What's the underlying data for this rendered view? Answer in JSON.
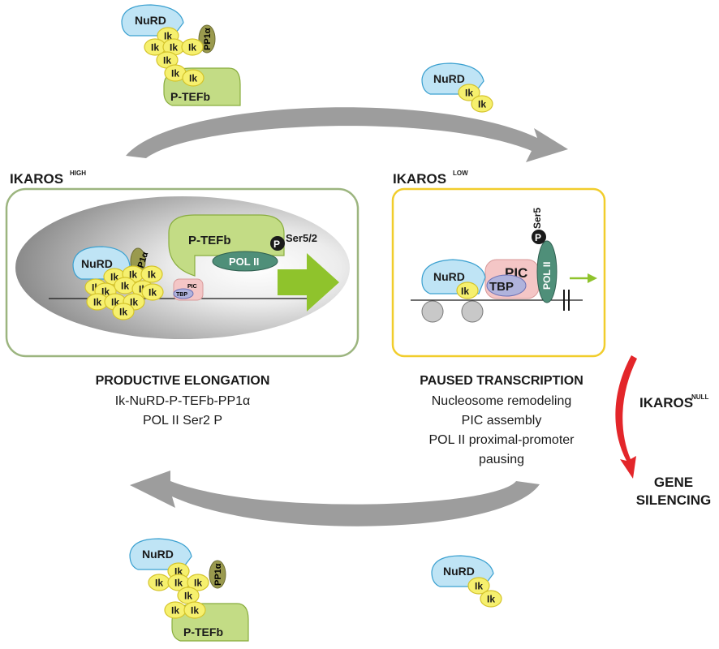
{
  "labels": {
    "ikaros": "IKAROS",
    "high": "HIGH",
    "low": "LOW",
    "null": "NULL",
    "nurd": "NuRD",
    "ik": "Ik",
    "ptefb": "P-TEFb",
    "pp1a": "PP1α",
    "pol2": "POL II",
    "p": "P",
    "ser52": "Ser5/2",
    "ser5": "Ser5",
    "pic": "PIC",
    "tbp": "TBP",
    "gene": "GENE",
    "silencing": "SILENCING"
  },
  "left_caption": {
    "title": "PRODUCTIVE ELONGATION",
    "lines": [
      "Ik-NuRD-P-TEFb-PP1α",
      "POL II Ser2 P"
    ]
  },
  "right_caption": {
    "title": "PAUSED TRANSCRIPTION",
    "lines": [
      "Nucleosome remodeling",
      "PIC assembly",
      "POL II proximal-promoter",
      "pausing"
    ]
  },
  "colors": {
    "nurd_fill": "#bfe4f5",
    "nurd_stroke": "#3aa0d0",
    "ik_fill": "#f6f06e",
    "ik_stroke": "#d4c32a",
    "ptefb_fill": "#c3dc85",
    "ptefb_stroke": "#89ad3f",
    "pp1_fill": "#9a9a4e",
    "pol_fill": "#4f8f79",
    "pic_fill": "#f4c6c6",
    "tbp_fill": "#b0b3dc",
    "arrow_green": "#8fc32c",
    "left_box": "#9cb57f",
    "right_box": "#f1cd2c",
    "cycle_arrow": "#9d9d9d",
    "silencing_arrow": "#e3262a"
  }
}
